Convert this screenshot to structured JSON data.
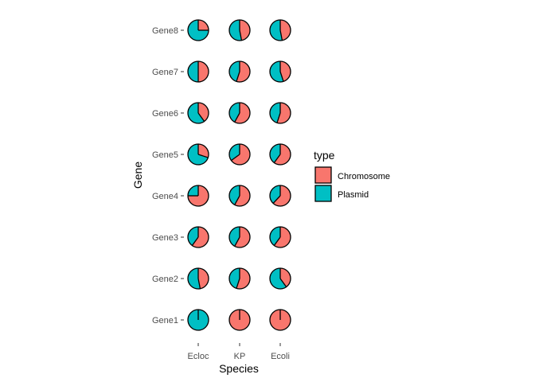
{
  "chart_data": {
    "type": "pie-grid",
    "xlabel": "Species",
    "ylabel": "Gene",
    "species": [
      "Ecloc",
      "KP",
      "Ecoli"
    ],
    "genes": [
      "Gene1",
      "Gene2",
      "Gene3",
      "Gene4",
      "Gene5",
      "Gene6",
      "Gene7",
      "Gene8"
    ],
    "legend": {
      "title": "type",
      "placement": "right",
      "items": [
        {
          "label": "Chromosome",
          "color": "#F8766D"
        },
        {
          "label": "Plasmid",
          "color": "#00BFC4"
        }
      ]
    },
    "value_description": "fraction of each pie that is Chromosome (remainder is Plasmid)",
    "chromosome_fraction": {
      "Gene1": [
        0.0,
        1.0,
        1.0
      ],
      "Gene2": [
        0.47,
        0.55,
        0.4
      ],
      "Gene3": [
        0.6,
        0.58,
        0.6
      ],
      "Gene4": [
        0.75,
        0.58,
        0.62
      ],
      "Gene5": [
        0.3,
        0.65,
        0.6
      ],
      "Gene6": [
        0.4,
        0.58,
        0.55
      ],
      "Gene7": [
        0.5,
        0.55,
        0.45
      ],
      "Gene8": [
        0.25,
        0.47,
        0.47
      ]
    },
    "grid": false
  }
}
